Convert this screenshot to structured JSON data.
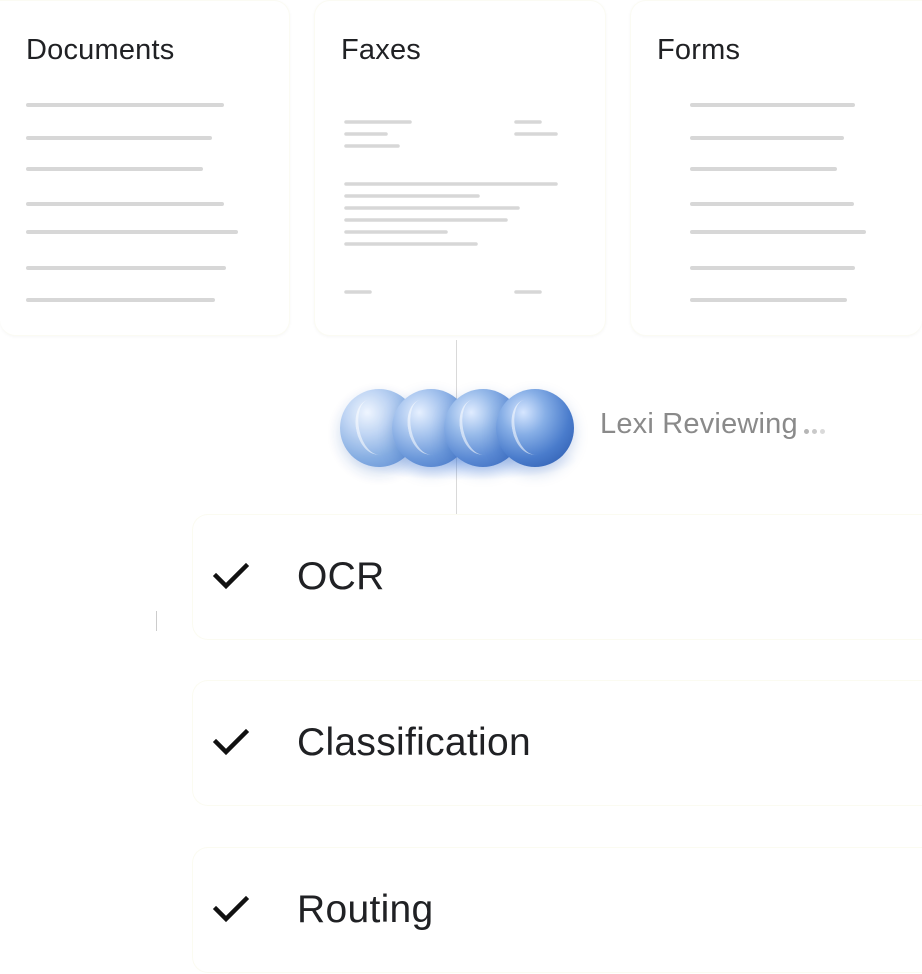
{
  "cards": {
    "documents": {
      "title": "Documents"
    },
    "faxes": {
      "title": "Faxes"
    },
    "forms": {
      "title": "Forms"
    }
  },
  "status": {
    "reviewing_label": "Lexi Reviewing",
    "sphere_color": "#4a7ccc",
    "glow_color": "#4285f4"
  },
  "steps": [
    {
      "label": "OCR",
      "icon": "check-icon",
      "state": "done"
    },
    {
      "label": "Classification",
      "icon": "check-icon",
      "state": "done"
    },
    {
      "label": "Routing",
      "icon": "check-icon",
      "state": "done"
    }
  ],
  "colors": {
    "text": "#202124",
    "muted_text": "#8a8a8a",
    "line": "#d7d7d7",
    "card_border": "#fbfbf3"
  }
}
